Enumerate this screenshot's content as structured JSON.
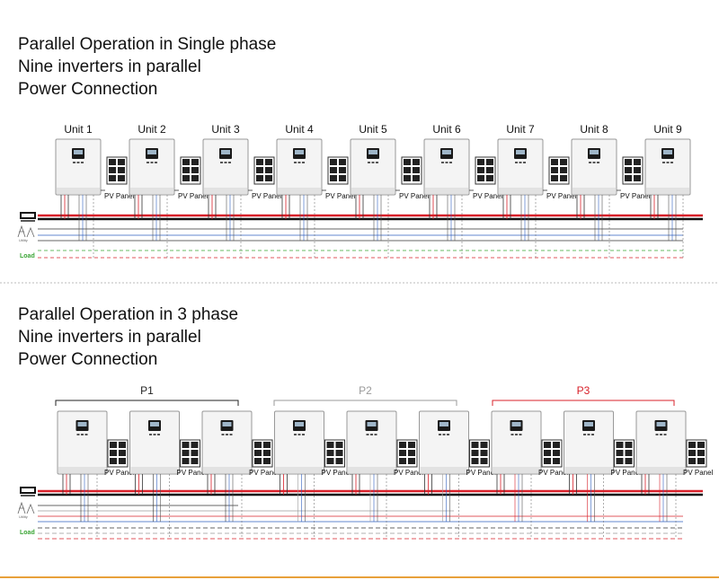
{
  "single_phase": {
    "title_lines": [
      "Parallel Operation in Single phase",
      "Nine inverters in parallel",
      "Power Connection"
    ],
    "units": [
      "Unit 1",
      "Unit 2",
      "Unit 3",
      "Unit 4",
      "Unit 5",
      "Unit 6",
      "Unit 7",
      "Unit 8",
      "Unit 9"
    ],
    "pv_panel_label": "PV Panel",
    "load_label": "Load"
  },
  "three_phase": {
    "title_lines": [
      "Parallel Operation in 3 phase",
      "Nine inverters in parallel",
      "Power Connection"
    ],
    "groups": [
      {
        "label": "P1",
        "color": "#222222"
      },
      {
        "label": "P2",
        "color": "#9a9a9a"
      },
      {
        "label": "P3",
        "color": "#d8202a"
      }
    ],
    "pv_panel_label": "PV Panel",
    "load_label": "Load"
  },
  "colors": {
    "positive_bus": "#d8202a",
    "negative_bus": "#111111",
    "neutral_line": "#2f5fbf",
    "load_green": "#3aa535",
    "footer_line": "#e8a03a",
    "divider": "#bbbbbb"
  }
}
